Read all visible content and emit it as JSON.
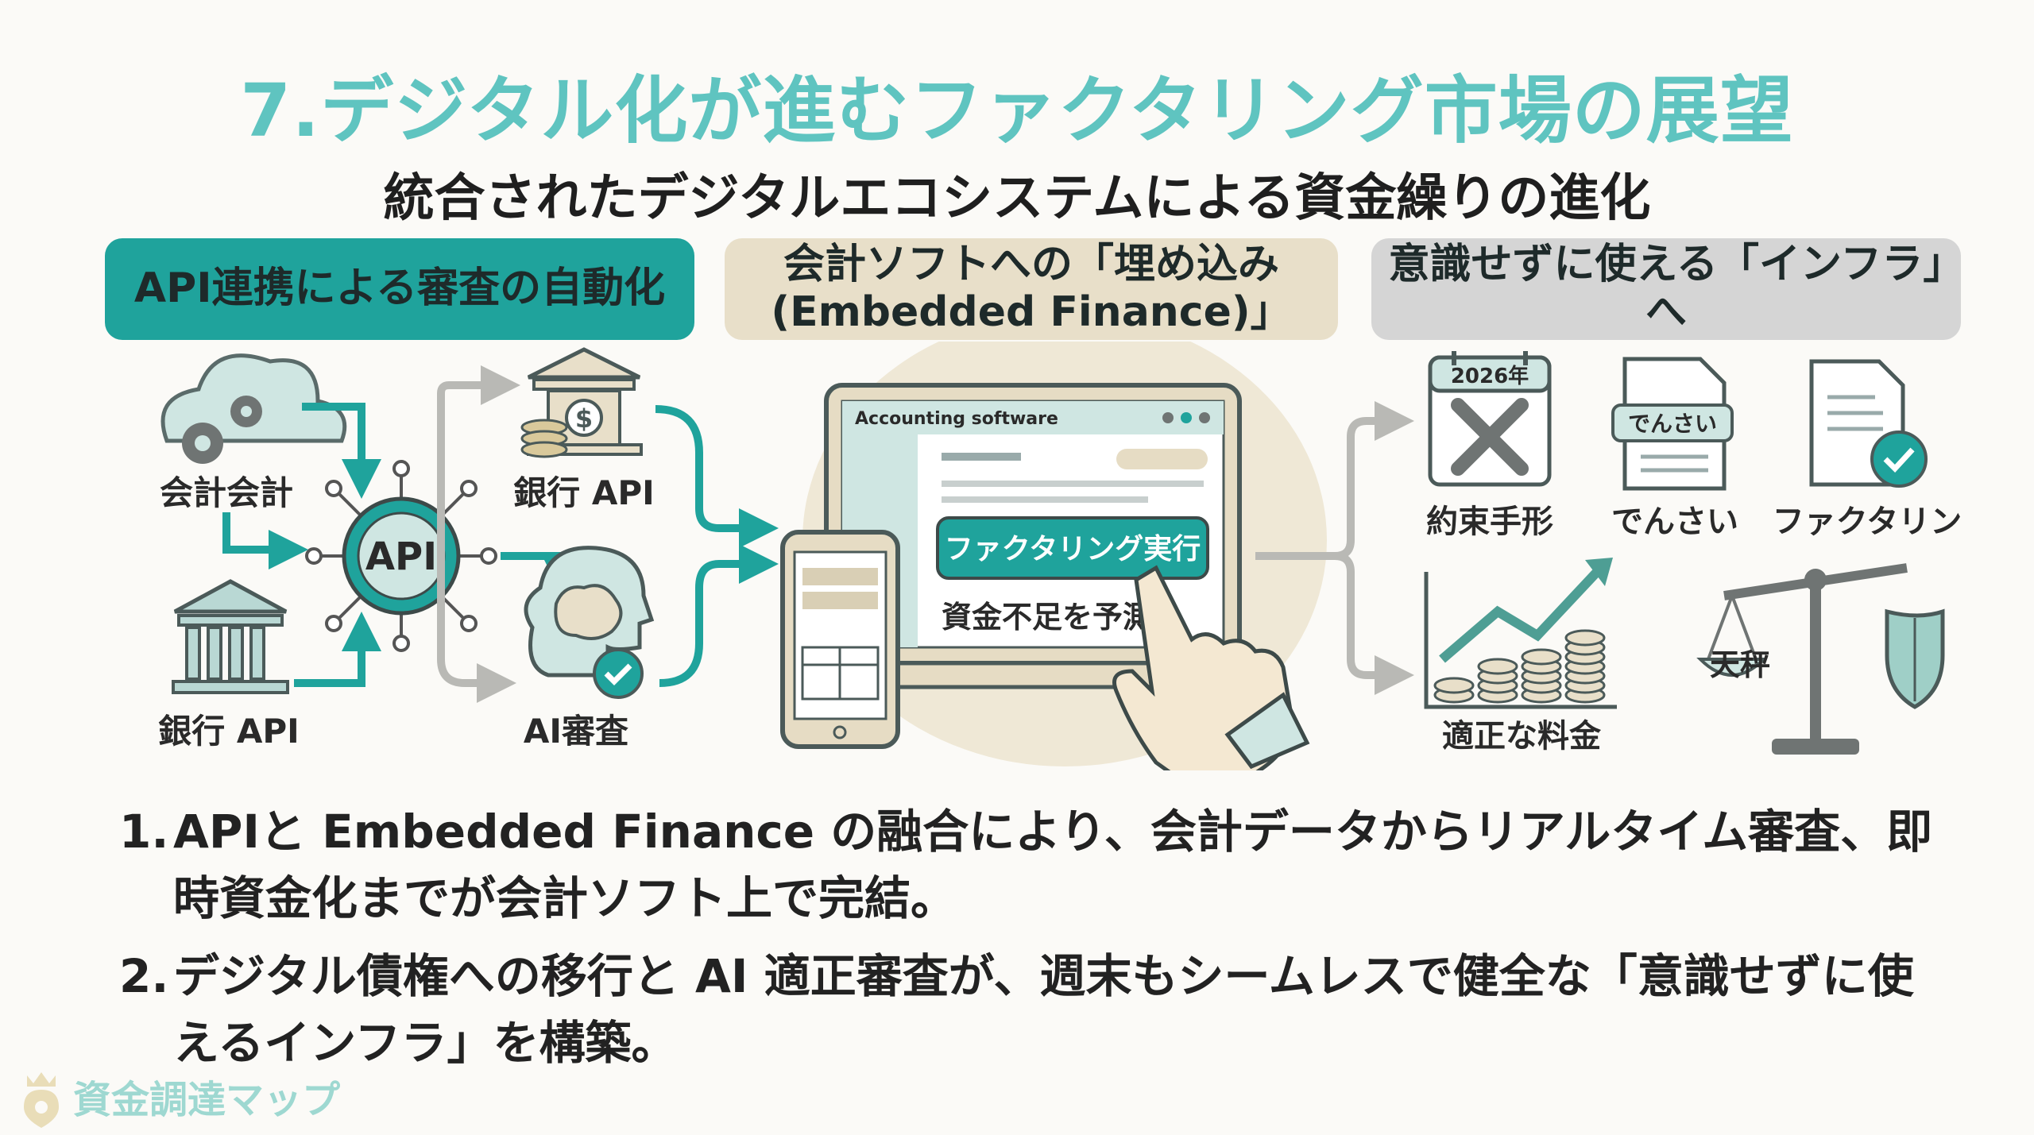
{
  "title": "7.デジタル化が進むファクタリング市場の展望",
  "subtitle": "統合されたデジタルエコシステムによる資金繰りの進化",
  "headers": {
    "col1": "API連携による審査の自動化",
    "col2_line1": "会計ソフトへの「埋め込み",
    "col2_line2": "(Embedded Finance)」",
    "col3": "意識せずに使える「インフラ」へ"
  },
  "diagram": {
    "hub": "API",
    "node_accounting": "会計会計",
    "node_bank_left": "銀行 API",
    "node_bank_top": "銀行 API",
    "node_ai": "AI審査",
    "laptop_title": "Accounting software",
    "laptop_button": "ファクタリング実行",
    "laptop_predict": "資金不足を予測",
    "calendar_year": "2026年",
    "label_promissory": "約束手形",
    "doc_badge": "でんさい",
    "label_densai": "でんさい",
    "label_factoring": "ファクタリン",
    "label_fair_fee": "適正な料金",
    "scale_label": "天秤"
  },
  "bullets": [
    {
      "num": "1.",
      "text": "APIと Embedded Finance の融合により、会計データからリアルタイム審査、即時資金化までが会計ソフト上で完結。"
    },
    {
      "num": "2.",
      "text": "デジタル債権への移行と AI 適正審査が、週末もシームレスで健全な「意識せずに使えるインフラ」を構築。"
    }
  ],
  "brand": "資金調達マップ",
  "colors": {
    "teal": "#1fa39c",
    "title_teal": "#5fc4c0",
    "beige": "#e8dfc9",
    "gray": "#d5d5d5"
  }
}
